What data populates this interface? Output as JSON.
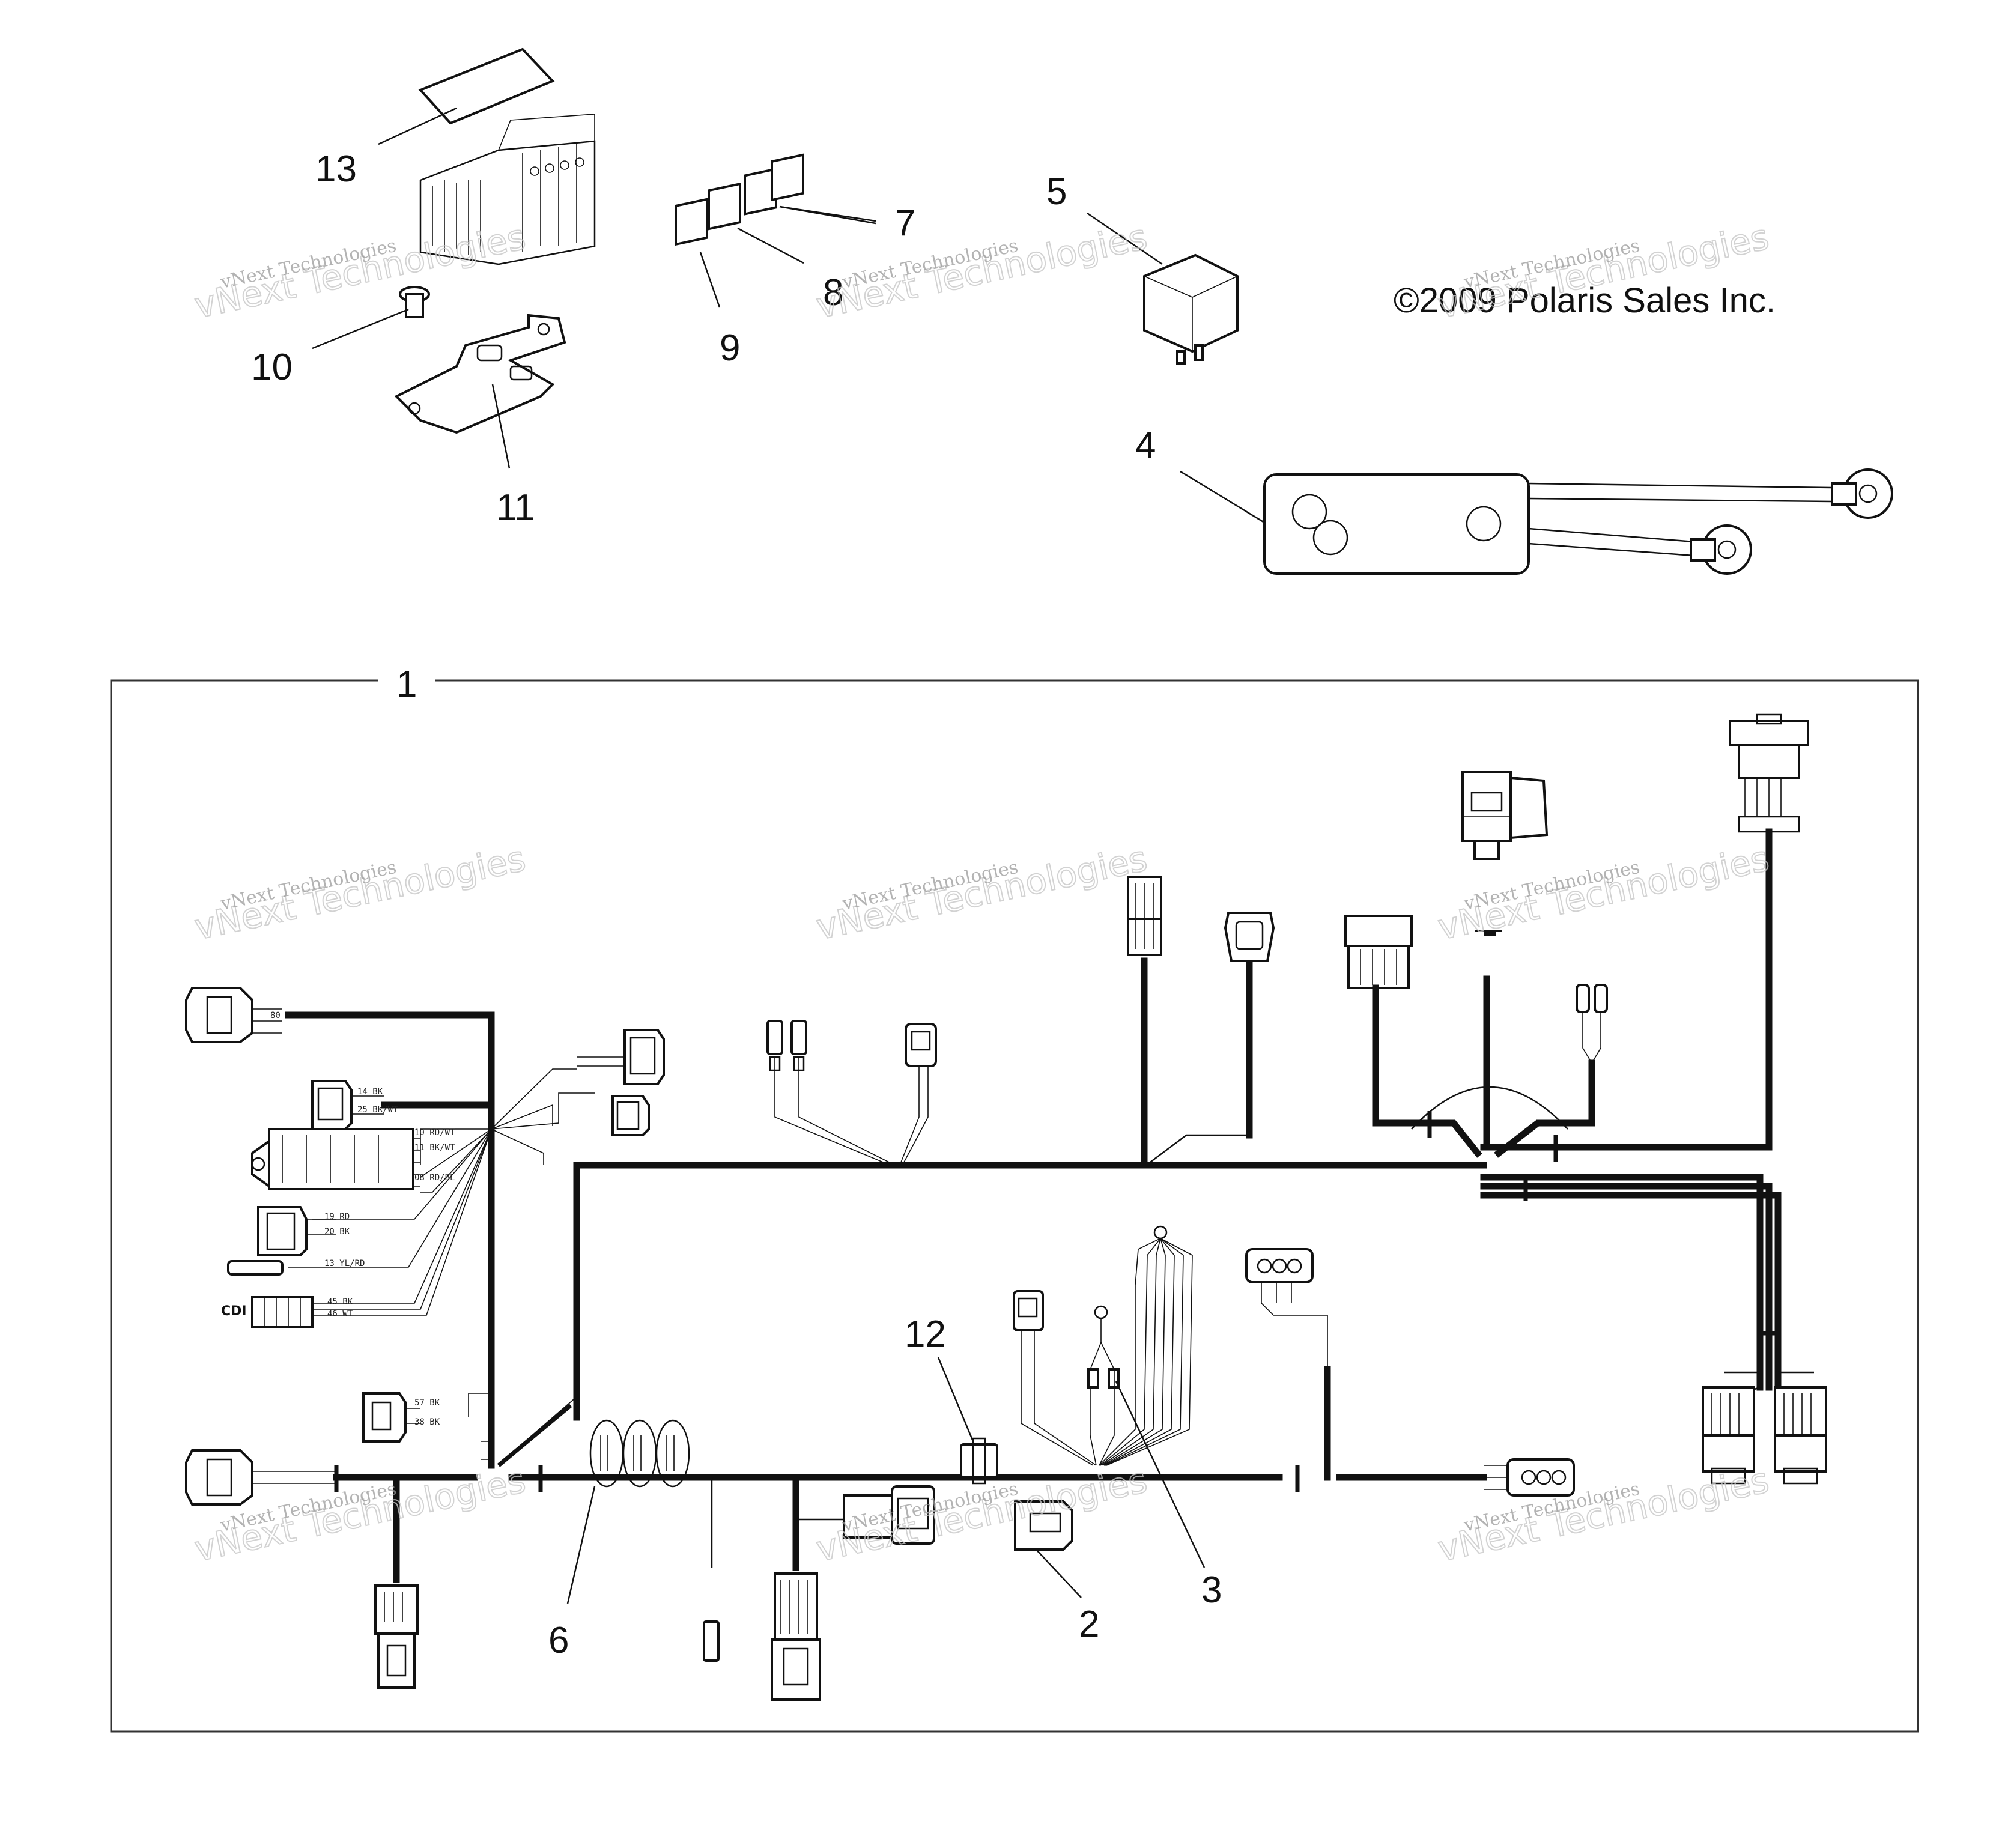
{
  "copyright": "©2009 Polaris Sales Inc.",
  "connector_label_cdi": "CDI",
  "watermark": {
    "small": "vNext Technologies",
    "large": "vNext Technologies"
  },
  "callouts": {
    "c1": "1",
    "c2": "2",
    "c3": "3",
    "c4": "4",
    "c5": "5",
    "c6": "6",
    "c7": "7",
    "c8": "8",
    "c9": "9",
    "c10": "10",
    "c11": "11",
    "c12": "12",
    "c13": "13"
  }
}
